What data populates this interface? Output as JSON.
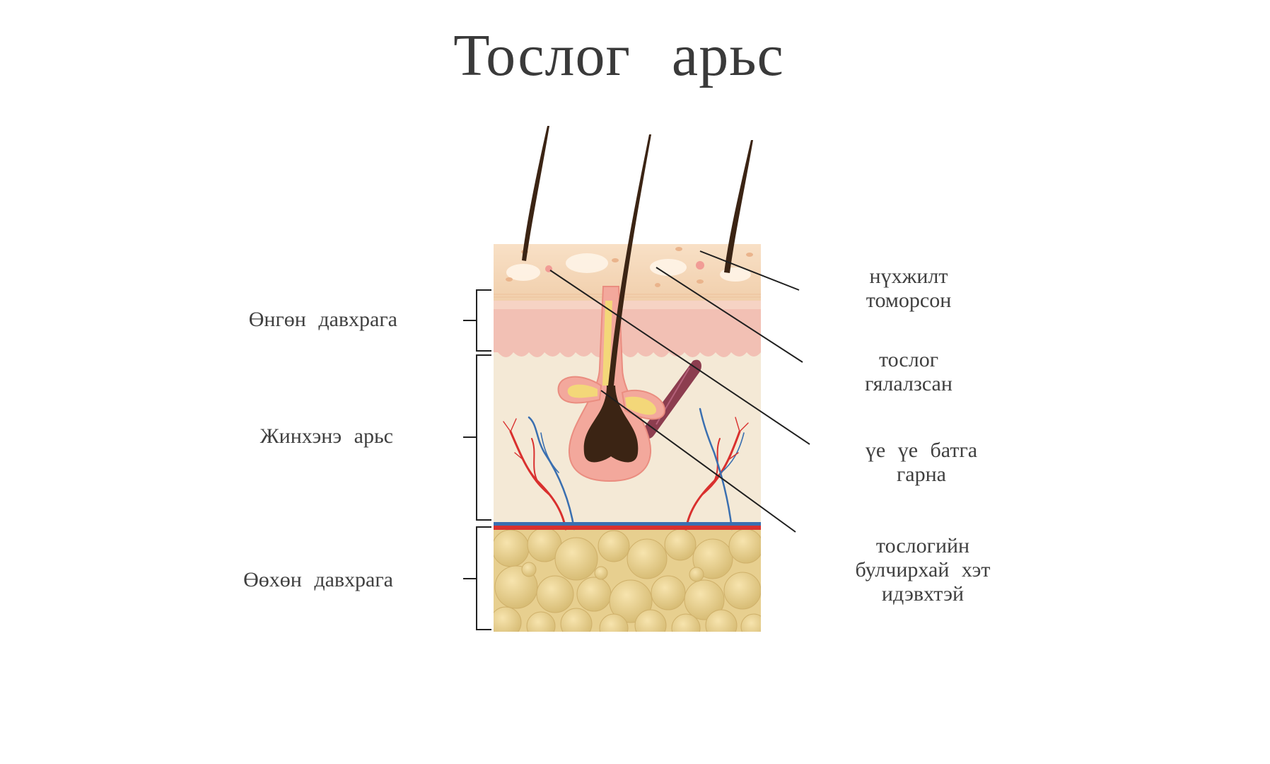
{
  "title": "Тослог арьс",
  "layers": [
    {
      "label": "Өнгөн давхрага"
    },
    {
      "label": "Жинхэнэ арьс"
    },
    {
      "label": "Өөхөн давхрага"
    }
  ],
  "callouts": [
    {
      "line1": "нүхжилт",
      "line2": "томорсон",
      "line3": ""
    },
    {
      "line1": "тослог",
      "line2": "гялалзсан",
      "line3": ""
    },
    {
      "line1": "үе үе батга",
      "line2": "гарна",
      "line3": ""
    },
    {
      "line1": "тослогийн",
      "line2": "булчирхай хэт",
      "line3": "идэвхтэй"
    }
  ],
  "colors": {
    "title": "#3a3a3a",
    "surface": "#f6dcc0",
    "epidermis": "#f2c2b6",
    "dermis": "#f3e8d3",
    "fat": "#e6cf8e",
    "hair": "#3b2414",
    "gland": "#f3d779",
    "follicle": "#f3a89c",
    "artery": "#d9302e",
    "vein": "#3a6fb0",
    "muscle": "#8c3d4f"
  }
}
